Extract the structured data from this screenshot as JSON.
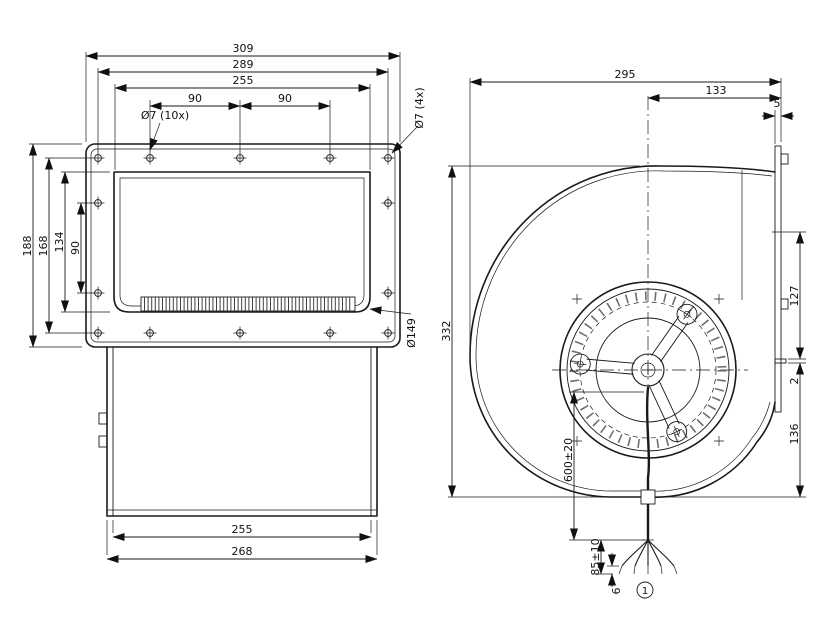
{
  "front_view": {
    "overall_width": "309",
    "flange_width": "289",
    "opening_width": "255",
    "hole_pitch_left": "90",
    "hole_pitch_right": "90",
    "holes_note_10x": "Ø7 (10x)",
    "holes_note_4x": "Ø7 (4x)",
    "overall_height": "188",
    "flange_height": "168",
    "opening_height": "134",
    "side_hole_pitch": "90",
    "inlet_diameter": "Ø149",
    "outlet_inner_width": "255",
    "outlet_outer_width": "268"
  },
  "side_view": {
    "overall_depth": "295",
    "center_to_flange": "133",
    "flange_lip": "5",
    "overall_height": "332",
    "outlet_height": "127",
    "lip": "2",
    "lower_height": "136",
    "cable_length": "600±20",
    "strip_length": "85±10",
    "tip_length": "6",
    "cable_callout": "1"
  }
}
